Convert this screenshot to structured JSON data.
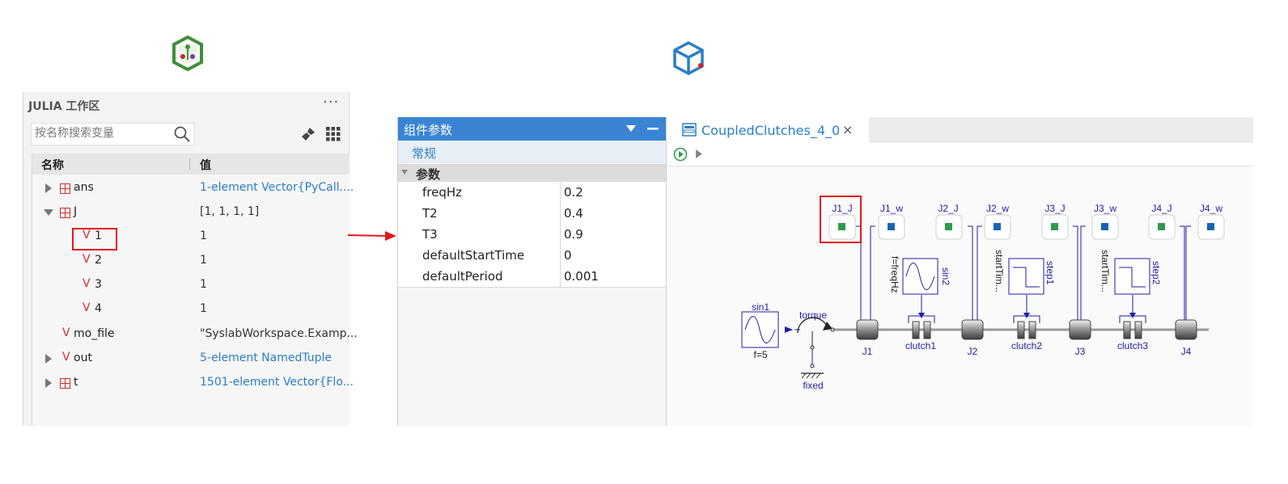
{
  "workspace": {
    "title": "JULIA 工作区",
    "more": "···",
    "search_placeholder": "按名称搜索变量",
    "col_name": "名称",
    "col_value": "值",
    "rows": [
      {
        "name": "ans",
        "value": "1-element Vector{PyCall...."
      },
      {
        "name": "J",
        "value": "[1, 1, 1, 1]"
      },
      {
        "name": "1",
        "value": "1"
      },
      {
        "name": "2",
        "value": "1"
      },
      {
        "name": "3",
        "value": "1"
      },
      {
        "name": "4",
        "value": "1"
      },
      {
        "name": "mo_file",
        "value": "\"SyslabWorkspace.Examp..."
      },
      {
        "name": "out",
        "value": "5-element NamedTuple"
      },
      {
        "name": "t",
        "value": "1501-element Vector{Flo..."
      }
    ]
  },
  "props": {
    "title": "组件参数",
    "tab": "常规",
    "group": "参数",
    "params": [
      {
        "name": "freqHz",
        "value": "0.2"
      },
      {
        "name": "T2",
        "value": "0.4"
      },
      {
        "name": "T3",
        "value": "0.9"
      },
      {
        "name": "defaultStartTime",
        "value": "0"
      },
      {
        "name": "defaultPeriod",
        "value": "0.001"
      }
    ]
  },
  "editor": {
    "tab_title": "CoupledClutches_4_0",
    "close": "×",
    "inputs": [
      "J1_J",
      "J1_w",
      "J2_J",
      "J2_w",
      "J3_J",
      "J3_w",
      "J4_J",
      "J4_w"
    ],
    "sin1_label": "sin1",
    "sin1_param": "f=5",
    "torque_label": "torque",
    "fixed_label": "fixed",
    "inertias": [
      "J1",
      "J2",
      "J3",
      "J4"
    ],
    "clutches": [
      "clutch1",
      "clutch2",
      "clutch3"
    ],
    "sin2_label": "sin2",
    "sin2_param": "f=freqHz",
    "step1_label": "step1",
    "step1_param": "startTim...",
    "step2_label": "step2",
    "step2_param": "startTim..."
  },
  "colors": {
    "accent": "#3a84d3",
    "link": "#2a7ec6",
    "highlight": "#e0191d",
    "real_input": "#2e9b4a",
    "boolean_input": "#1565b5",
    "julia_logo": "#3f8f3a"
  }
}
